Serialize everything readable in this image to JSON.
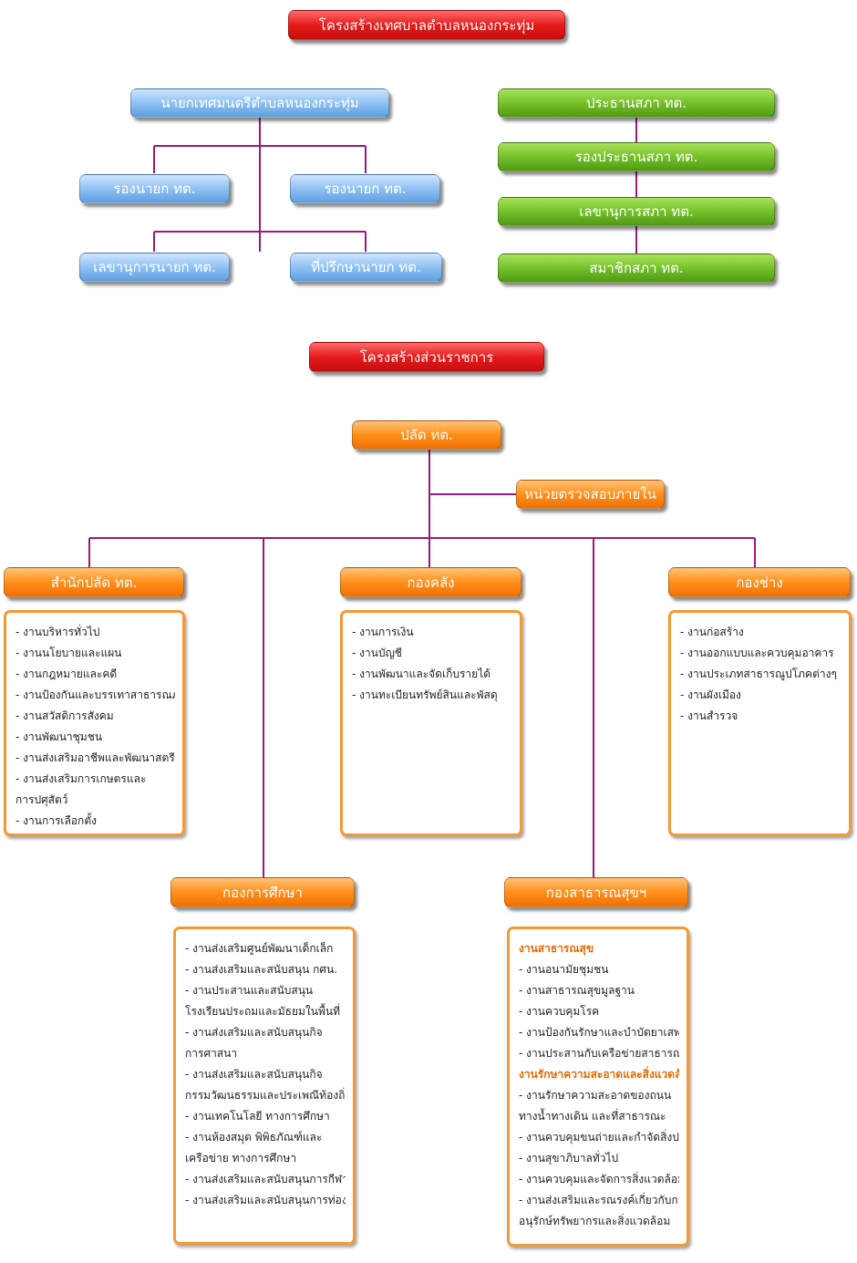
{
  "titles": {
    "municipality_structure": "โครงสร้างเทศบาลตำบลหนองกระทุ่ม",
    "agency_structure": "โครงสร้างส่วนราชการ"
  },
  "executive": {
    "mayor": "นายกเทศมนตรีตำบลหนองกระทุ่ม",
    "deputy_1": "รองนายก ทต.",
    "deputy_2": "รองนายก ทต.",
    "secretary": "เลขานุการนายก ทต.",
    "advisor": "ที่ปรึกษานายก ทต."
  },
  "council": {
    "chairman": "ประธานสภา ทต.",
    "vice_chairman": "รองประธานสภา ทต.",
    "secretary": "เลขานุการสภา ทต.",
    "members": "สมาชิกสภา ทต."
  },
  "agency": {
    "palad": "ปลัด ทต.",
    "audit_unit": "หน่วยตรวจสอบภายใน",
    "office": {
      "title": "สำนักปลัด ทต.",
      "items": [
        "- งานบริหารทั่วไป",
        "- งานนโยบายและแผน",
        "- งานกฎหมายและคดี",
        "- งานป้องกันและบรรเทาสาธารณภัย",
        "- งานสวัสดิการสังคม",
        "- งานพัฒนาชุมชน",
        "- งานส่งเสริมอาชีพและพัฒนาสตรี",
        "- งานส่งเสริมการเกษตรและ",
        "การปศุสัตว์",
        "- งานการเลือกตั้ง"
      ]
    },
    "finance": {
      "title": "กองคลัง",
      "items": [
        "- งานการเงิน",
        "- งานบัญชี",
        "- งานพัฒนาและจัดเก็บรายได้",
        "- งานทะเบียนทรัพย์สินและพัสดุ"
      ]
    },
    "engineering": {
      "title": "กองช่าง",
      "items": [
        "- งานก่อสร้าง",
        "- งานออกแบบและควบคุมอาคาร",
        "- งานประเภทสาธารณูปโภคต่างๆ",
        "- งานผังเมือง",
        "- งานสำรวจ"
      ]
    },
    "education": {
      "title": "กองการศึกษา",
      "items": [
        "- งานส่งเสริมศูนย์พัฒนาเด็กเล็ก",
        "- งานส่งเสริมและสนับสนุน กศน.",
        "- งานประสานและสนับสนุน",
        "โรงเรียนประถมและมัธยมในพื้นที่",
        "- งานส่งเสริมและสนับสนุนกิจ",
        "การศาสนา",
        "- งานส่งเสริมและสนับสนุนกิจ",
        "กรรมวัฒนธรรมและประเพณีท้องถิ่น",
        "- งานเทคโนโลยี ทางการศึกษา",
        "- งานห้องสมุด พิพิธภัณฑ์และ",
        "เครือข่าย ทางการศึกษา",
        "- งานส่งเสริมและสนับสนุนการกีฬา",
        "- งานส่งเสริมและสนับสนุนการท่องเที่ยว"
      ]
    },
    "health": {
      "title": "กองสาธารณสุขฯ",
      "items": [
        {
          "text": "งานสาธารณสุข",
          "sub": true
        },
        {
          "text": "- งานอนามัยชุมชน"
        },
        {
          "text": "- งานสาธารณสุขมูลฐาน"
        },
        {
          "text": "- งานควบคุมโรค"
        },
        {
          "text": "- งานป้องกันรักษาและบำบัดยาเสพติด"
        },
        {
          "text": "- งานประสานกับเครือข่ายสาธารณสุข"
        },
        {
          "text": "งานรักษาความสะอาดและสิ่งแวดล้อม",
          "sub": true
        },
        {
          "text": "- งานรักษาความสะอาดของถนน"
        },
        {
          "text": "ทางน้ำทางเดิน และที่สาธารณะ"
        },
        {
          "text": "- งานควบคุมขนถ่ายและกำจัดสิ่งปฏิกูล"
        },
        {
          "text": "- งานสุขาภิบาลทั่วไป"
        },
        {
          "text": "- งานควบคุมและจัดการสิ่งแวดล้อม"
        },
        {
          "text": "- งานส่งเสริมและรณรงค์เกี่ยวกับการ"
        },
        {
          "text": "อนุรักษ์ทรัพยากรและสิ่งแวดล้อม"
        }
      ]
    }
  },
  "colors": {
    "connector": "#99197d",
    "red_button": "#e51b1b",
    "blue_button": "#8fc1f2",
    "green_button": "#76c02c",
    "orange_button": "#ff8f1a",
    "box_border": "#f39a35",
    "subheading": "#e56b00"
  }
}
